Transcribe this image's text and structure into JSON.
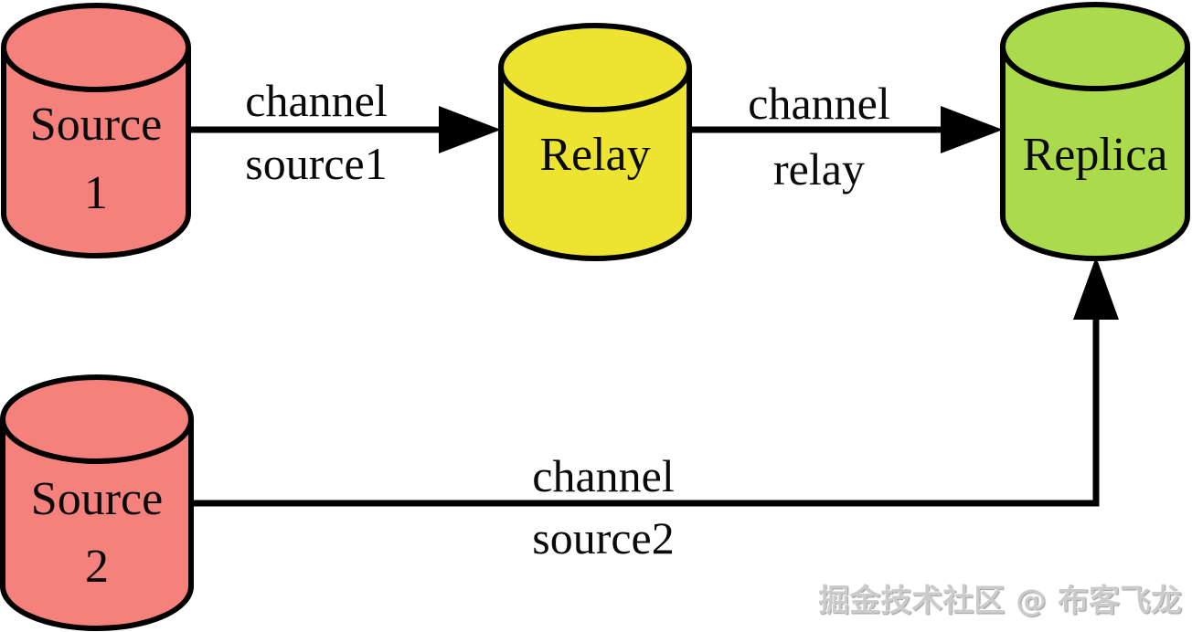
{
  "nodes": {
    "source1": {
      "line1": "Source",
      "line2": "1",
      "color": "#f5817d"
    },
    "relay": {
      "label": "Relay",
      "color": "#ece431"
    },
    "replica": {
      "label": "Replica",
      "color": "#abdb4c"
    },
    "source2": {
      "line1": "Source",
      "line2": "2",
      "color": "#f5817d"
    }
  },
  "edges": {
    "source1_to_relay": {
      "label_top": "channel",
      "label_bottom": "source1"
    },
    "relay_to_replica": {
      "label_top": "channel",
      "label_bottom": "relay"
    },
    "source2_to_replica": {
      "label_top": "channel",
      "label_bottom": "source2"
    }
  },
  "watermark": {
    "text": "掘金技术社区 @ 布客飞龙",
    "color": "#cbcbcb"
  },
  "colors": {
    "outline": "#000000",
    "background": "#ffffff"
  }
}
